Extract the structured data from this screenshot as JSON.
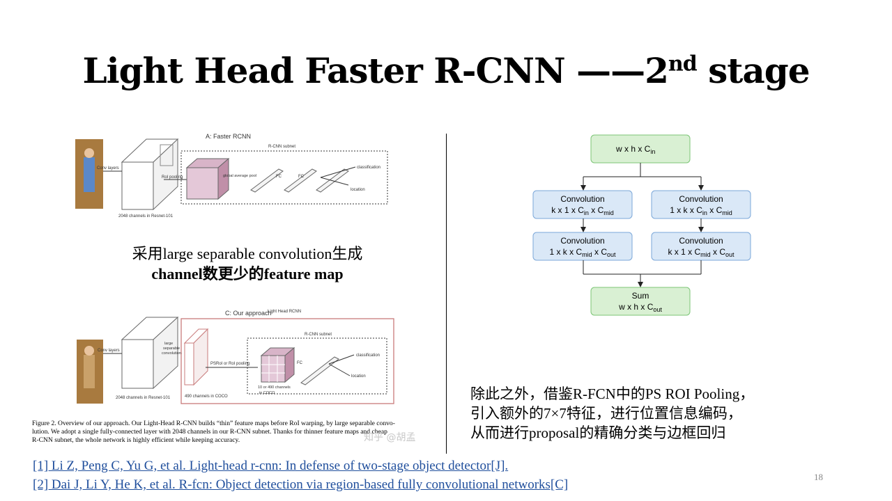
{
  "slide": {
    "title_main": "Light Head Faster R-CNN  ——2",
    "title_sup": "nd",
    "title_tail": " stage",
    "page_number": "18"
  },
  "left_figure": {
    "panel_a": {
      "title": "A: Faster RCNN",
      "subnet_label": "R-CNN subnet",
      "conv_layers": "Conv layers",
      "roi_pooling": "RoI pooling",
      "global_avg_pool": "global average pool",
      "fc1": "FC",
      "fc2": "FC",
      "classification": "classification",
      "location": "location",
      "channels": "2048 channels in Resnet-101"
    },
    "panel_c": {
      "title": "C: Our approach",
      "outer_label": "Light Head RCNN",
      "subnet_label": "R-CNN subnet",
      "conv_layers": "Conv layers",
      "large_sep_1": "large",
      "large_sep_2": "separable",
      "large_sep_3": "convolution",
      "psroi": "PSRoI or RoI pooling",
      "fc": "FC",
      "classification": "classification",
      "location": "location",
      "channels": "2048 channels in Resnet-101",
      "coco_490": "490 channels in COCO",
      "coco_10_1": "10  or 490 channels",
      "coco_10_2": "in COCO"
    },
    "caption_line1": "Figure 2. Overview of our approach. Our Light-Head R-CNN builds “thin” feature maps before RoI warping, by large separable convo-",
    "caption_line2": "lution.  We adopt a single fully-connected layer with 2048 channels in our R-CNN subnet.  Thanks for thinner feature maps and cheap",
    "caption_line3": "R-CNN subnet, the whole network is highly efficient while keeping accuracy.",
    "watermark": "知乎 @胡孟"
  },
  "mid_caption": {
    "line1": "采用large separable convolution生成",
    "line2": "channel数更少的feature map"
  },
  "right_diagram": {
    "colors": {
      "green_fill": "#d9f0d3",
      "green_stroke": "#7cc576",
      "blue_fill": "#dae8f7",
      "blue_stroke": "#7ba7d9"
    },
    "input": "w x h x C",
    "input_sub": "in",
    "left_conv1_l1": "Convolution",
    "left_conv1_l2": "k x 1 x C",
    "left_conv1_sub1": "in",
    "left_conv1_mid": " x C",
    "left_conv1_sub2": "mid",
    "right_conv1_l1": "Convolution",
    "right_conv1_l2": "1 x k x C",
    "right_conv1_sub1": "in",
    "right_conv1_mid": " x C",
    "right_conv1_sub2": "mid",
    "left_conv2_l1": "Convolution",
    "left_conv2_l2": "1 x k  x C",
    "left_conv2_sub1": "mid",
    "left_conv2_mid": " x C",
    "left_conv2_sub2": "out",
    "right_conv2_l1": "Convolution",
    "right_conv2_l2": "k x 1 x C",
    "right_conv2_sub1": "mid",
    "right_conv2_mid": " x C",
    "right_conv2_sub2": "out",
    "sum_l1": "Sum",
    "sum_l2": "w x h x C",
    "sum_sub": "out"
  },
  "right_text": {
    "line1": "除此之外，借鉴R-FCN中的PS ROI Pooling，",
    "line2": "引入额外的7×7特征，进行位置信息编码，",
    "line3": "从而进行proposal的精确分类与边框回归"
  },
  "references": [
    "[1]  Li Z, Peng C, Yu G, et al. Light-head r-cnn: In defense of two-stage object detector[J].",
    "[2] Dai J, Li Y, He K, et al. R-fcn: Object detection via region-based fully convolutional  networks[C]"
  ]
}
